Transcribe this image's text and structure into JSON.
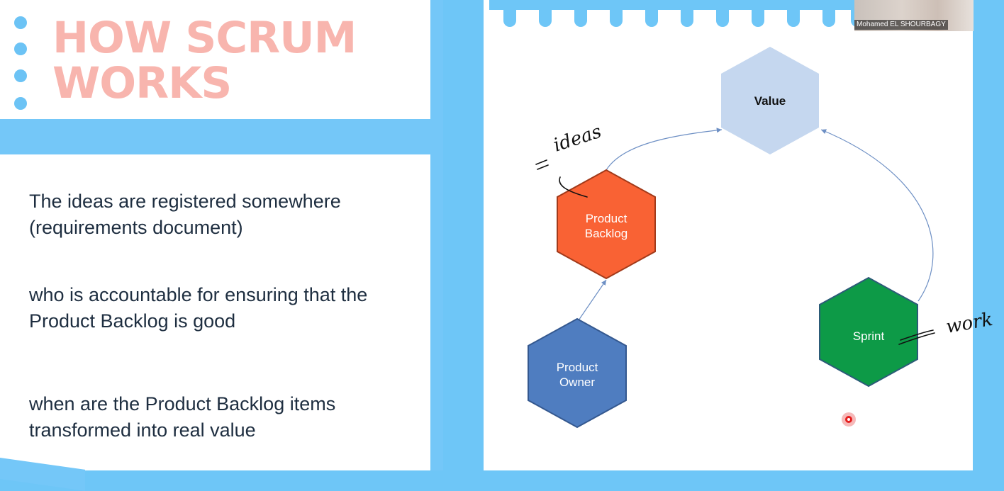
{
  "slide": {
    "title_line1": "HOW SCRUM",
    "title_line2": "WORKS",
    "paragraphs": [
      "The ideas are registered somewhere (requirements document)",
      "who is accountable for ensuring that the Product Backlog is good",
      "when are the Product Backlog items transformed into real value"
    ]
  },
  "diagram": {
    "nodes": {
      "value": {
        "label": "Value",
        "color": "#c5d7ef"
      },
      "product_backlog": {
        "label_line1": "Product",
        "label_line2": "Backlog",
        "color": "#f96234"
      },
      "product_owner": {
        "label_line1": "Product",
        "label_line2": "Owner",
        "color": "#4f7dc0"
      },
      "sprint": {
        "label": "Sprint",
        "color": "#0d9a47"
      }
    },
    "annotations": {
      "ideas": "ideas",
      "work": "work"
    }
  },
  "webcam": {
    "participant_name": "Mohamed EL SHOURBAGY"
  },
  "colors": {
    "background": "#6ec6f7",
    "title": "#f8b5ae",
    "text": "#1e2e40"
  }
}
